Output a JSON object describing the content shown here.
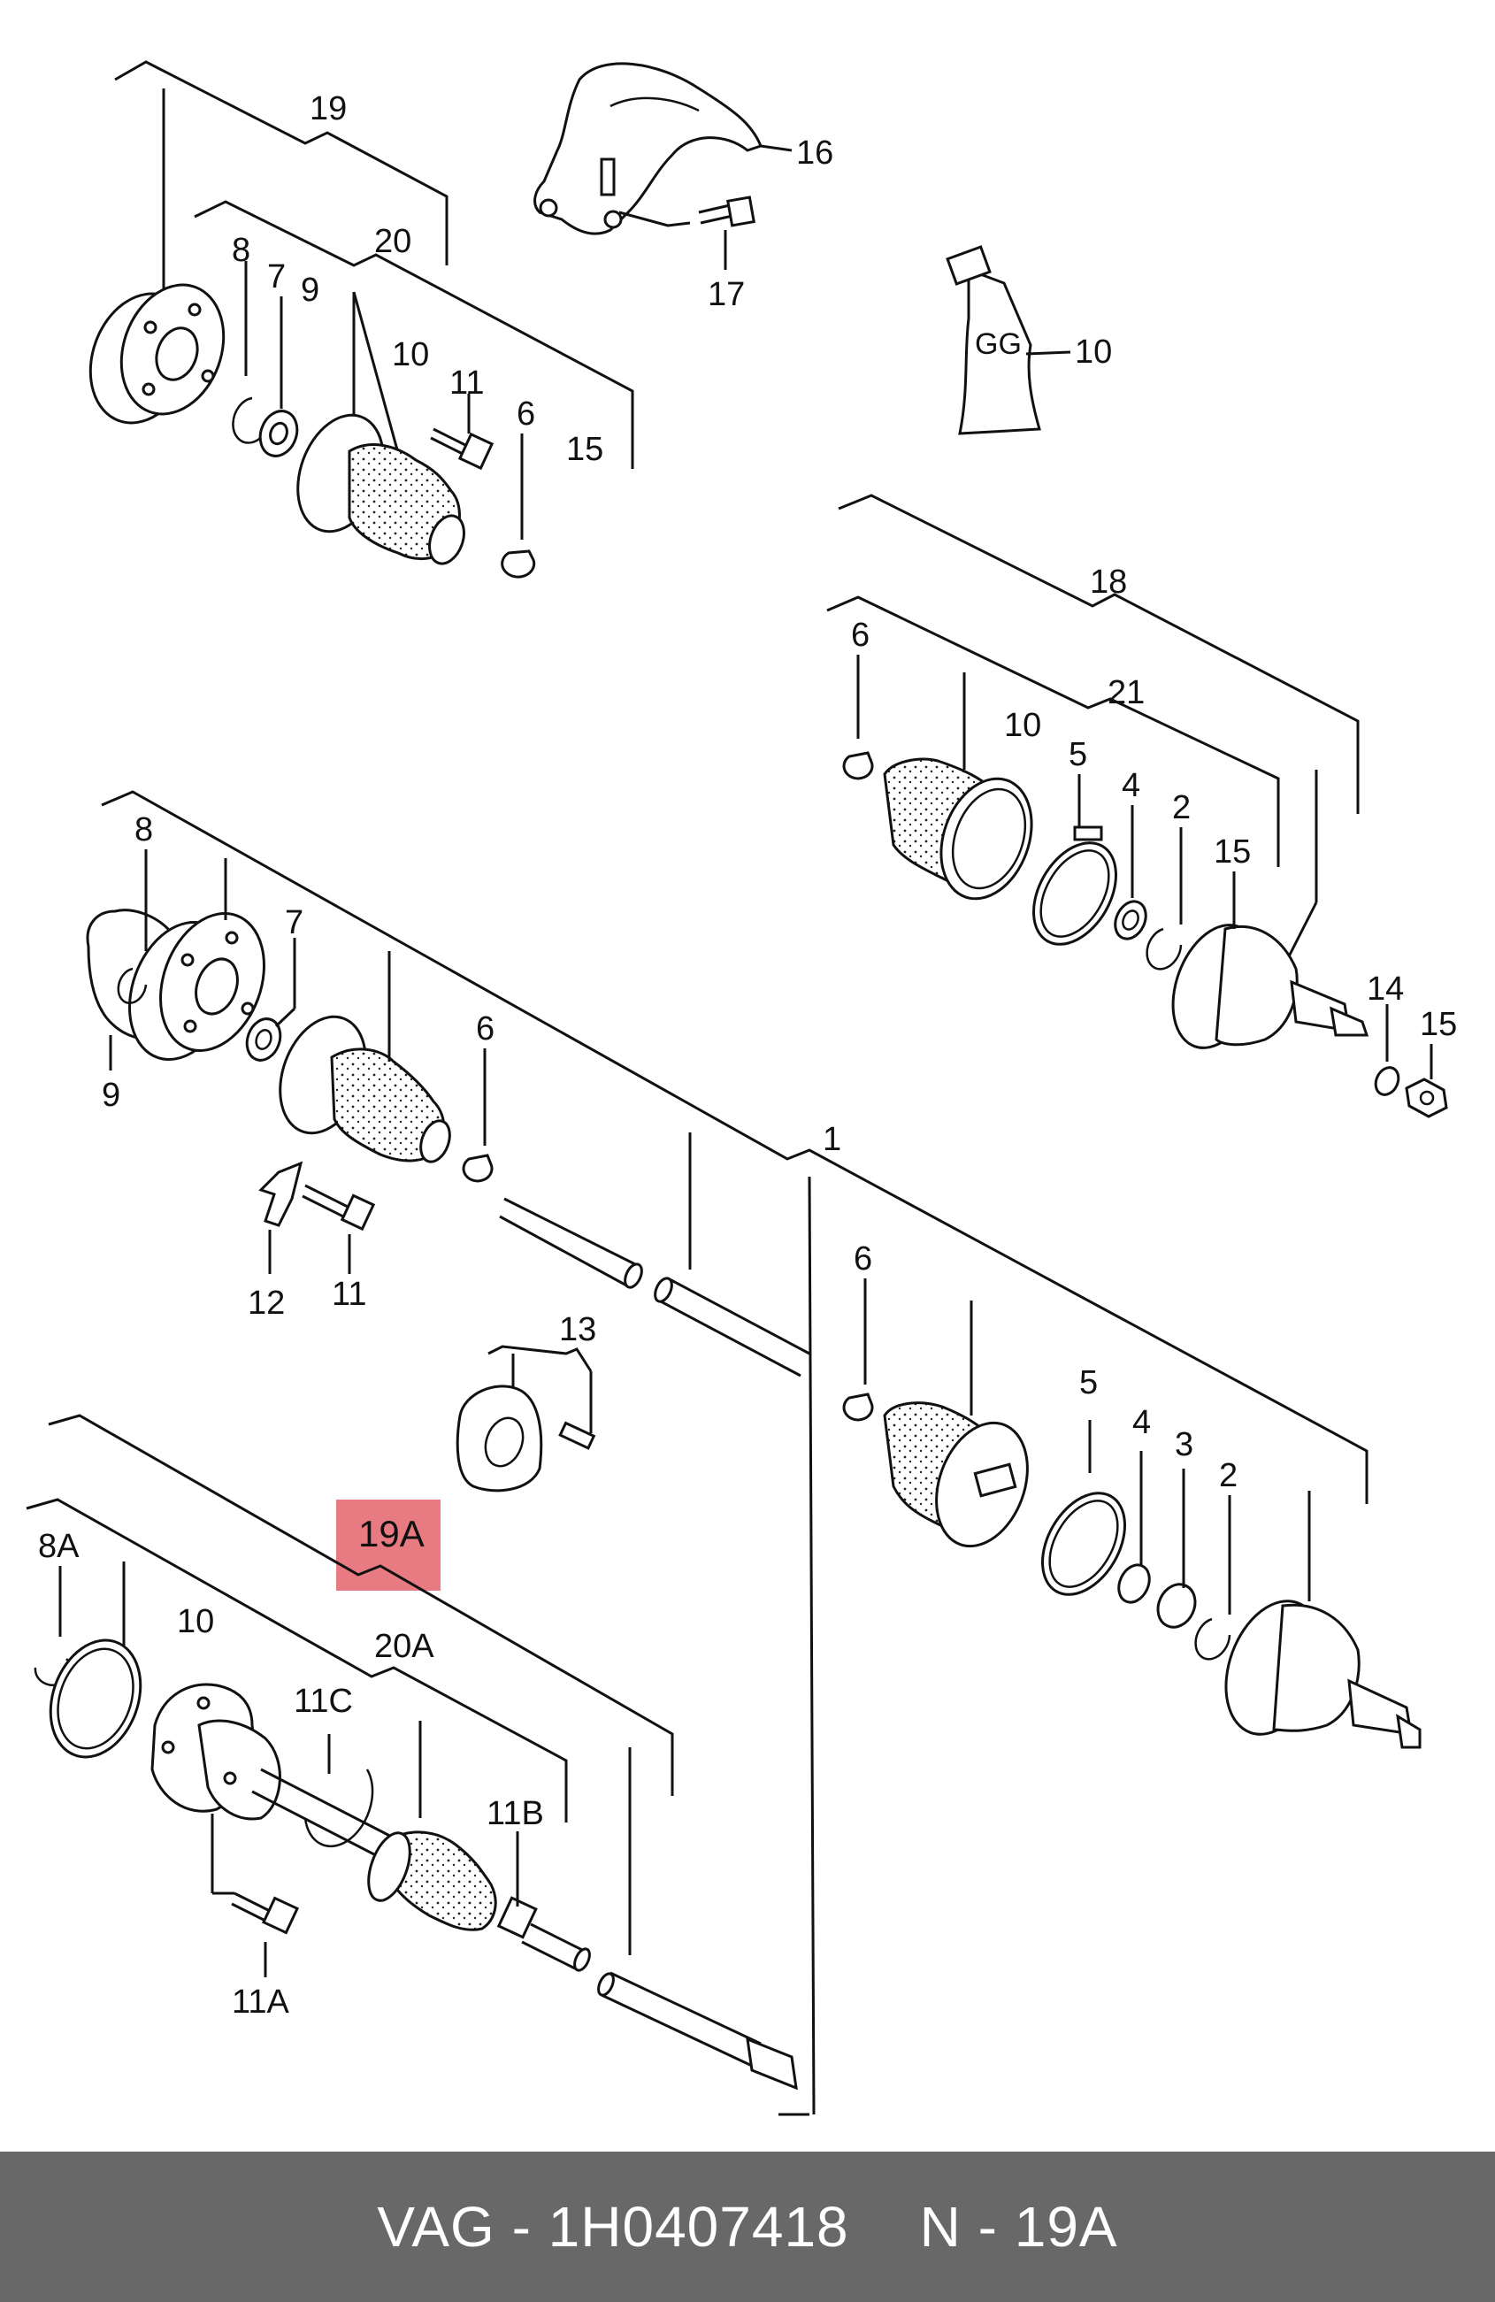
{
  "highlight_color": "#e87b82",
  "footer": {
    "brand": "VAG",
    "sep1": " - ",
    "part_number": "1H0407418",
    "position_prefix": "N",
    "sep2": " - ",
    "position": "19A"
  },
  "callouts": {
    "c19_top": "19",
    "c20_top": "20",
    "c16": "16",
    "c17": "17",
    "c10_tube": "10",
    "c8_top": "8",
    "c7_top": "7",
    "c9_top": "9",
    "c10_top": "10",
    "c11_top": "11",
    "c6_top": "6",
    "c15_top": "15",
    "c18": "18",
    "c21": "21",
    "c6_right": "6",
    "c10_right": "10",
    "c5_right": "5",
    "c4_right": "4",
    "c2_right": "2",
    "c15_right": "15",
    "c14_right": "14",
    "c15_nut": "15",
    "c8_mid": "8",
    "c7_mid": "7",
    "c9_mid": "9",
    "c6_mid": "6",
    "c12": "12",
    "c11_mid": "11",
    "c1": "1",
    "c13": "13",
    "c6_low": "6",
    "c5_low": "5",
    "c4_low": "4",
    "c3_low": "3",
    "c2_low": "2",
    "c19a": "19A",
    "c8a": "8A",
    "c10_low": "10",
    "c20a": "20A",
    "c11c": "11C",
    "c11b": "11B",
    "c11a": "11A"
  }
}
